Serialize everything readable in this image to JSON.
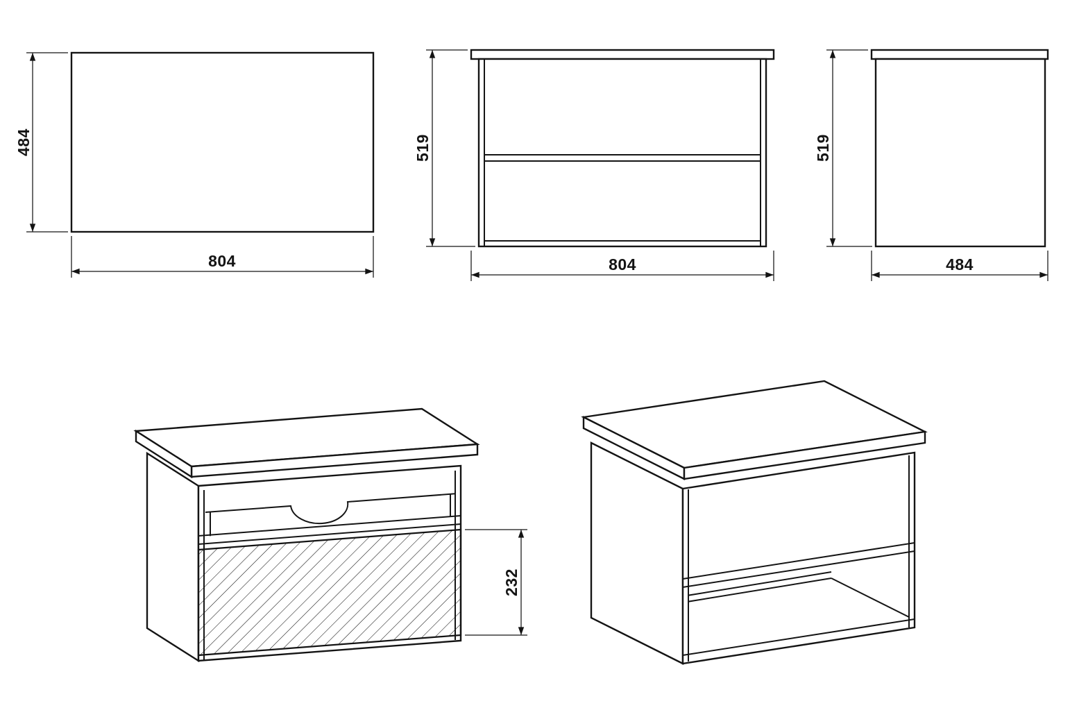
{
  "drawing": {
    "background": "#ffffff",
    "ink": "#141414",
    "views": {
      "top": {
        "height_mm": "484",
        "width_mm": "804"
      },
      "front": {
        "height_mm": "519",
        "width_mm": "804"
      },
      "side": {
        "height_mm": "519",
        "width_mm": "484"
      },
      "iso_front_left": {
        "drawer_height_mm": "232"
      }
    }
  }
}
